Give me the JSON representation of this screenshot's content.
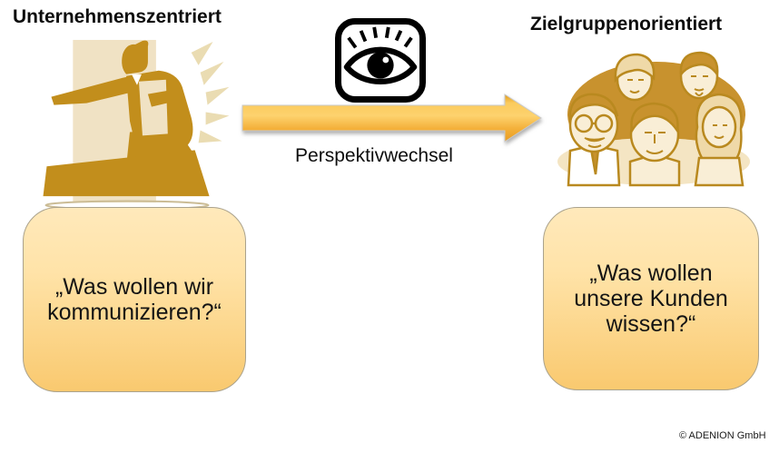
{
  "titles": {
    "left": "Unternehmenszentriert",
    "right": "Zielgruppenorientiert"
  },
  "center": {
    "arrow_label": "Perspektivwechsel",
    "icon": "eye-in-rounded-square"
  },
  "boxes": {
    "left": {
      "lines": [
        "„Was wollen wir",
        "kommunizieren?“"
      ]
    },
    "right": {
      "lines": [
        "„Was wollen",
        "unsere Kunden",
        "wissen?“"
      ]
    }
  },
  "illustrations": {
    "left": "speaker-at-podium-clipart",
    "right": "audience-group-clipart"
  },
  "footer": {
    "copyright": "© ADENION GmbH"
  },
  "colors": {
    "gold": "#C28E1C",
    "outline_gold": "#B9891F",
    "beige": "#F0E2C4",
    "ray_beige": "#EADCB2",
    "arrow_light": "#FDD26E",
    "arrow_dark": "#E89C1F",
    "box_top": "#FFE9BB",
    "box_bottom": "#F9C96F",
    "box_border": "#AAA28C",
    "text": "#141414"
  }
}
